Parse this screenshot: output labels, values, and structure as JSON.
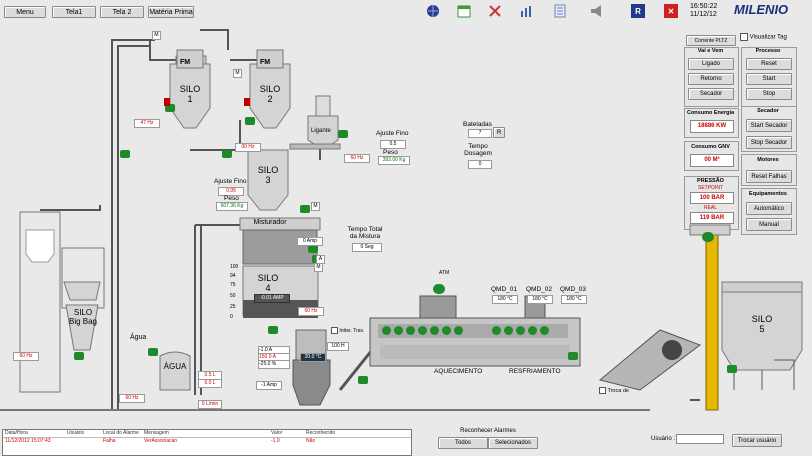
{
  "menu": {
    "items": [
      "Menu",
      "Tela1",
      "Tela 2",
      "Matéria Prima"
    ]
  },
  "header": {
    "time": "16:50:22",
    "date": "11/12/12",
    "brand": "MILENIO"
  },
  "toolbar_icons": [
    "globe-icon",
    "calendar-icon",
    "tools-icon",
    "chart-icon",
    "document-icon",
    "horn-icon",
    "r-badge-icon",
    "close-icon"
  ],
  "toolbar_r_label": "R",
  "toolbar_close_label": "✕",
  "visualizar_tag": "Visualizar Tag",
  "corrente_pltz": "Corrente PLTZ",
  "vai_vem": {
    "title": "Vai e Vem",
    "ligado": "Ligado",
    "retorno": "Retorno",
    "secador": "Secador"
  },
  "processo": {
    "title": "Processo",
    "reset": "Reset",
    "start": "Start",
    "stop": "Stop"
  },
  "consumo_energia": {
    "title": "Consumo Energia",
    "value": "18886 KW"
  },
  "consumo_gnv": {
    "title": "Consumo GNV",
    "value": "00 M³"
  },
  "secador_panel": {
    "title": "Secador",
    "start": "Start Secador",
    "stop": "Stop Secador"
  },
  "motores": {
    "title": "Motores",
    "reset": "Reset Falhas"
  },
  "pressao": {
    "title": "PRESSÃO",
    "setpoint_label": "SETPOINT",
    "setpoint": "100  BAR",
    "real_label": "REAL",
    "real": "119  BAR"
  },
  "equipamentos": {
    "title": "Equipamentos",
    "automatico": "Automático",
    "manual": "Manual"
  },
  "process": {
    "silo1": {
      "line1": "SILO",
      "line2": "1",
      "tag": "FM"
    },
    "silo2": {
      "line1": "SILO",
      "line2": "2",
      "tag": "FM"
    },
    "silo3": {
      "line1": "SILO",
      "line2": "3"
    },
    "silo4": {
      "line1": "SILO",
      "line2": "4",
      "amp": "-0.01 AMP"
    },
    "silo5": {
      "line1": "SILO",
      "line2": "5"
    },
    "bigbag": {
      "line1": "SILO",
      "line2": "Big Bag"
    },
    "agua_tank": "ÁGUA",
    "agua_label": "Água",
    "ligante": "Ligante",
    "misturador": "Misturador",
    "ajuste_fino_1": {
      "label": "Ajuste Fino",
      "value": "0.5",
      "peso_label": "Peso",
      "peso": "392.00  Kg"
    },
    "ajuste_fino_2": {
      "label": "Ajuste Fino",
      "value": "0.95",
      "peso_label": "Peso",
      "peso": "607.36 Kg"
    },
    "bateladas": {
      "label": "Bateladas",
      "value": "7",
      "btn": "R"
    },
    "tempo_dosagem": {
      "label1": "Tempo",
      "label2": "Dosagem",
      "value": "0"
    },
    "tempo_total": {
      "label1": "Tempo Total",
      "label2": "da Mistura",
      "value": "0 Seg"
    },
    "hz_values": [
      "47  Hz",
      "00  Hz",
      "60  Hz",
      "60  Hz",
      "60  Hz",
      "60  Hz"
    ],
    "amp_mist": "0  Amp",
    "scale": [
      "100",
      "94",
      "75",
      "50",
      "25",
      "0"
    ],
    "agua_vals": [
      "0.5  L",
      "0.0  L",
      "0 L/min"
    ],
    "press_vals": [
      "-1.0    A",
      "150.0    A",
      "-25.0    %"
    ],
    "temp_val": "20.0  °C",
    "h_val": "100 H",
    "amp_bottom": "-1 Amp",
    "intertravamento": "Intter. Trav.",
    "qmd": [
      {
        "label": "QMD_01",
        "value": "180 °C"
      },
      {
        "label": "QMD_02",
        "value": "180 °C"
      },
      {
        "label": "QMD_03",
        "value": "180 °C"
      }
    ],
    "atm": "ATM",
    "aquecimento": "AQUECIMENTO",
    "resfriamento": "RESFRIAMENTO",
    "troca_de": "Troca de",
    "m_label": "M",
    "a_label": "A"
  },
  "alarms": {
    "columns": [
      "Data/Hora",
      "Usuário",
      "Local do Alarme",
      "Mensagem",
      "Valor",
      "Reconhecido"
    ],
    "rows": [
      [
        "11/12/2012 15:07:43",
        "",
        "Falha",
        "VerAssociacan",
        "-1.0",
        "Não"
      ]
    ]
  },
  "reconhecer": {
    "title": "Reconhecer Alarmes",
    "todos": "Todos",
    "selecionados": "Selecionados"
  },
  "usuario": {
    "label": "Usuário :",
    "value": "",
    "trocar": "Trocar usuário"
  },
  "colors": {
    "green_motor": "#1e8a2a",
    "accent_red": "#c00000",
    "silo_fill": "#d4d4d4"
  }
}
